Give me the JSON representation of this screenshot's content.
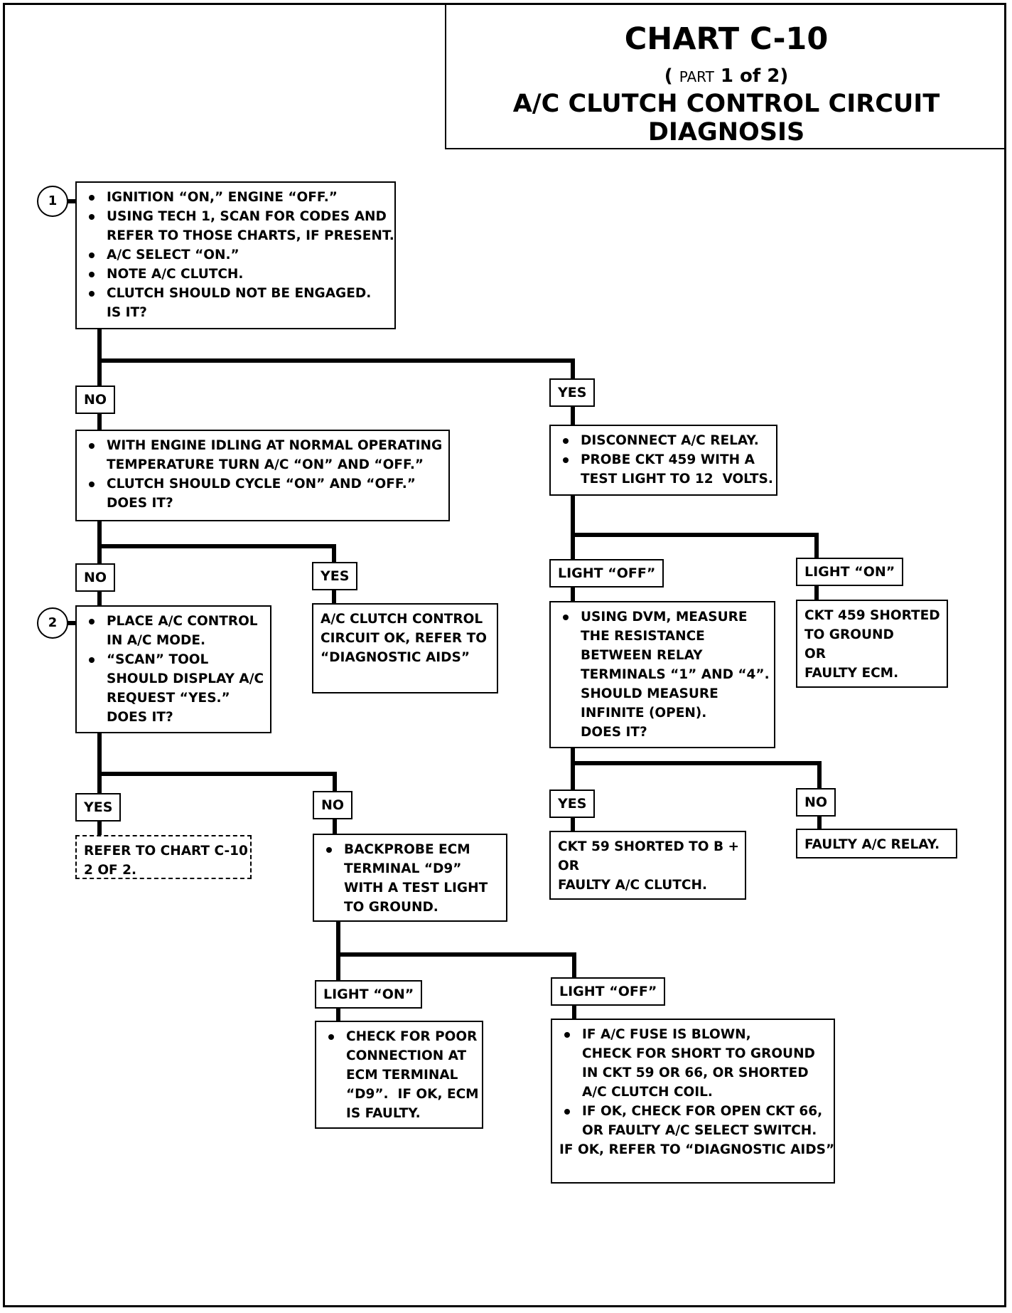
{
  "title": {
    "main": "CHART C-10",
    "part_open": "( ",
    "part_word": "PART",
    "part_rest": " 1 of 2)",
    "subtitle": "A/C CLUTCH CONTROL CIRCUIT DIAGNOSIS"
  },
  "steps": {
    "s1": "1",
    "s2": "2"
  },
  "boxes": {
    "b1": {
      "bullets": [
        "IGNITION “ON,” ENGINE “OFF.”",
        "USING TECH 1, SCAN FOR CODES AND\nREFER TO THOSE CHARTS, IF PRESENT.",
        "A/C SELECT “ON.”",
        "NOTE A/C CLUTCH.",
        "CLUTCH SHOULD NOT BE ENGAGED."
      ],
      "tail": "IS IT?"
    },
    "b2": {
      "bullets": [
        "WITH ENGINE IDLING AT NORMAL OPERATING\nTEMPERATURE TURN A/C “ON” AND “OFF.”",
        "CLUTCH SHOULD CYCLE “ON” AND “OFF.”"
      ],
      "tail": "DOES IT?"
    },
    "b3": {
      "bullets": [
        "DISCONNECT A/C RELAY.",
        "PROBE CKT 459 WITH A\nTEST LIGHT TO 12  VOLTS."
      ],
      "tail": ""
    },
    "b4": {
      "bullets": [
        "PLACE A/C CONTROL\nIN A/C MODE.",
        "“SCAN” TOOL\nSHOULD DISPLAY A/C\nREQUEST “YES.”"
      ],
      "tail": "DOES IT?"
    },
    "b5": {
      "text": "A/C CLUTCH CONTROL\nCIRCUIT OK, REFER TO\n“DIAGNOSTIC AIDS”"
    },
    "b6": {
      "bullets": [
        "USING DVM, MEASURE\nTHE RESISTANCE\nBETWEEN RELAY\nTERMINALS “1” AND “4”.\nSHOULD MEASURE\nINFINITE (OPEN)."
      ],
      "tail": "DOES IT?"
    },
    "b7": {
      "text": "CKT 459 SHORTED\nTO GROUND\nOR\nFAULTY ECM."
    },
    "b8": {
      "text": "REFER TO CHART C-10\n2 OF 2."
    },
    "b9": {
      "bullets": [
        "BACKPROBE ECM\nTERMINAL “D9”\nWITH A TEST LIGHT\nTO GROUND."
      ],
      "tail": ""
    },
    "b10": {
      "text": "CKT 59 SHORTED TO B +\nOR\nFAULTY A/C CLUTCH."
    },
    "b11": {
      "text": "FAULTY A/C RELAY."
    },
    "b12": {
      "bullets": [
        "CHECK FOR POOR\nCONNECTION AT\nECM TERMINAL\n“D9”.  IF OK, ECM\nIS FAULTY."
      ],
      "tail": ""
    },
    "b13": {
      "bullets": [
        "IF A/C FUSE IS BLOWN,\nCHECK FOR SHORT TO GROUND\nIN CKT 59 OR 66, OR SHORTED\nA/C CLUTCH COIL.",
        "IF OK, CHECK FOR OPEN CKT 66,\nOR FAULTY A/C SELECT SWITCH."
      ],
      "tail": "IF OK, REFER TO “DIAGNOSTIC AIDS”"
    }
  },
  "labels": {
    "l_no1": "NO",
    "l_yes1": "YES",
    "l_no2": "NO",
    "l_yes2": "YES",
    "l_light_off1": "LIGHT “OFF”",
    "l_light_on1": "LIGHT “ON”",
    "l_yes3": "YES",
    "l_no3": "NO",
    "l_yes4": "YES",
    "l_no4": "NO",
    "l_light_on2": "LIGHT “ON”",
    "l_light_off2": "LIGHT “OFF”"
  }
}
